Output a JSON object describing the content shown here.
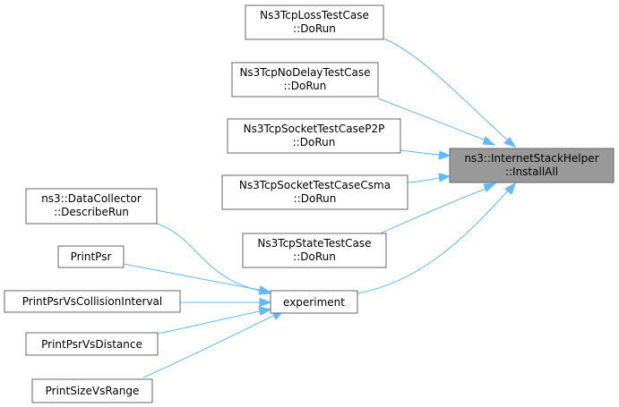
{
  "nodes": {
    "focus": {
      "line1": "ns3::InternetStackHelper",
      "line2": "::InstallAll"
    },
    "loss": {
      "line1": "Ns3TcpLossTestCase",
      "line2": "::DoRun"
    },
    "nodelay": {
      "line1": "Ns3TcpNoDelayTestCase",
      "line2": "::DoRun"
    },
    "p2p": {
      "line1": "Ns3TcpSocketTestCaseP2P",
      "line2": "::DoRun"
    },
    "csma": {
      "line1": "Ns3TcpSocketTestCaseCsma",
      "line2": "::DoRun"
    },
    "state": {
      "line1": "Ns3TcpStateTestCase",
      "line2": "::DoRun"
    },
    "experiment": {
      "label": "experiment"
    },
    "collector": {
      "line1": "ns3::DataCollector",
      "line2": "::DescribeRun"
    },
    "printpsr": {
      "label": "PrintPsr"
    },
    "collision": {
      "label": "PrintPsrVsCollisionInterval"
    },
    "distance": {
      "label": "PrintPsrVsDistance"
    },
    "sizerange": {
      "label": "PrintSizeVsRange"
    }
  },
  "colors": {
    "edge": "#63b8ff",
    "focus_fill": "#999999",
    "border": "#666666"
  }
}
